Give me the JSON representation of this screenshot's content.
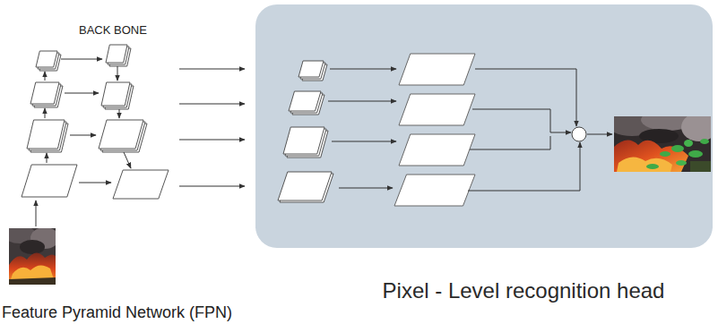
{
  "diagram": {
    "nodes": [
      {
        "text": [
          "Pixel - Level recognition head"
        ]
      }
    ],
    "labels": [
      "BACK BONE",
      "Feature Pyramid Network (FPN)"
    ]
  }
}
